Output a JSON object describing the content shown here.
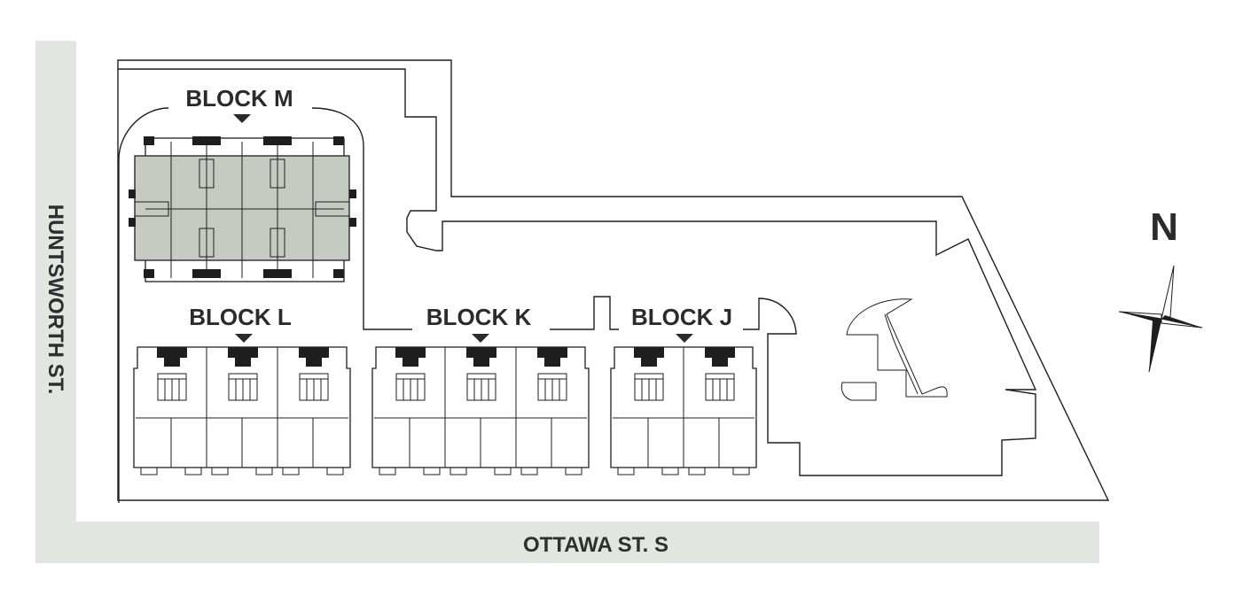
{
  "streets": {
    "west": "HUNTSWORTH ST.",
    "south": "OTTAWA ST. S"
  },
  "blocks": [
    {
      "id": "M",
      "label": "BLOCK M",
      "highlighted": true
    },
    {
      "id": "L",
      "label": "BLOCK L",
      "highlighted": false
    },
    {
      "id": "K",
      "label": "BLOCK K",
      "highlighted": false
    },
    {
      "id": "J",
      "label": "BLOCK J",
      "highlighted": false
    }
  ],
  "compass": {
    "label": "N",
    "icon": "north-arrow-compass-icon"
  },
  "colors": {
    "road": "#e3e5e1",
    "highlight": "#c5cbc3",
    "line": "#1e1e1e",
    "text": "#2b2b2b"
  }
}
